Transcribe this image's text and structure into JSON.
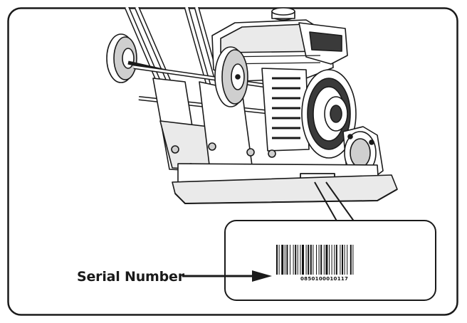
{
  "label": "Serial Number",
  "barcode_number": "0850100010117",
  "colors": {
    "line": "#1a1a1a",
    "shade": "#cfcfcf",
    "dark": "#3a3a3a",
    "background": "#ffffff"
  },
  "icons": {
    "machine": "plate-compactor-illustration",
    "arrow": "right-arrow-icon",
    "barcode": "barcode-icon"
  }
}
